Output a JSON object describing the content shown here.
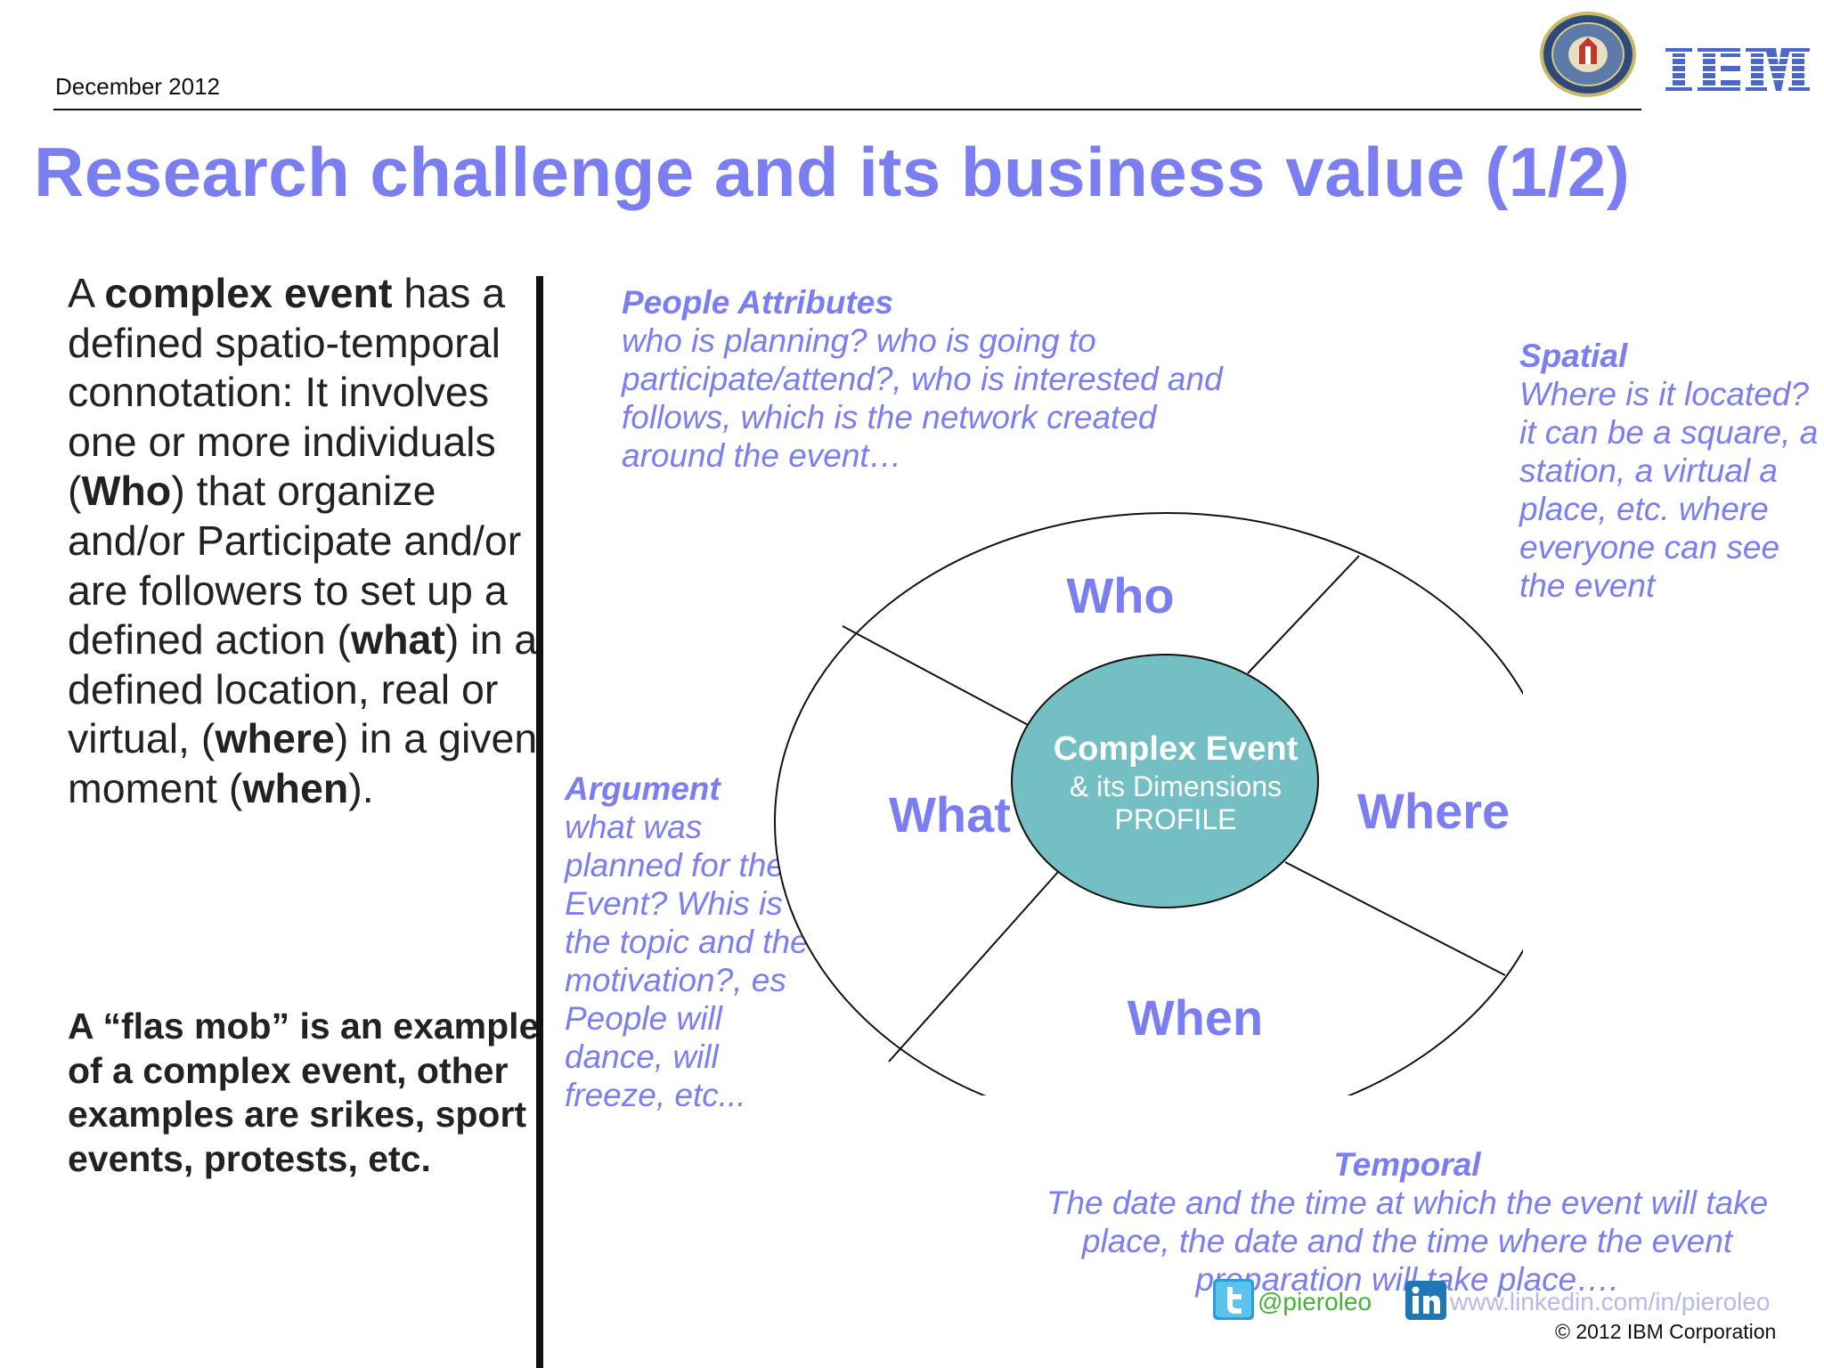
{
  "header": {
    "date": "December  2012",
    "title": "Research challenge and its business value (1/2)"
  },
  "left_panel": {
    "p1": "A ",
    "b1": "complex event",
    "p2": " has a defined spatio-temporal connotation: It involves one or more individuals (",
    "b2": "Who",
    "p3": ") that organize and/or Participate and/or are followers to set up a defined action (",
    "b3": "what",
    "p4": ") in a defined location, real or virtual, (",
    "b4": "where",
    "p5": ") in a given moment (",
    "b5": "when",
    "p6": ").",
    "flash_mob": "A “flas mob” is an example of a complex event, other examples are srikes, sport events, protests, etc."
  },
  "annotations": {
    "people_attributes": {
      "heading": "People Attributes",
      "text": "who is planning? who is going to participate/attend?, who is interested and follows, which is the network created around the event…"
    },
    "spatial": {
      "heading": "Spatial",
      "text": "Where is it located? it can be a square, a station, a virtual a place, etc. where everyone can see the event"
    },
    "argument": {
      "heading": "Argument",
      "text": "what was planned for the Event? Whis is the topic and the motivation?, es People will dance, will freeze, etc..."
    },
    "temporal": {
      "heading": "Temporal",
      "text": "The date and the time at which the event will take place, the date and the time where the event preparation will take place…."
    }
  },
  "diagram": {
    "center_title": "Complex Event",
    "center_sub": "& its Dimensions",
    "center_profile": "PROFILE",
    "who": "Who",
    "what": "What",
    "where": "Where",
    "when": "When"
  },
  "footer": {
    "twitter": "@pieroleo",
    "linkedin": "www.linkedin.com/in/pieroleo",
    "copyright": "© 2012 IBM Corporation"
  },
  "colors": {
    "accent": "#7a7ef0",
    "center_fill": "#74bfc4",
    "text": "#222222"
  },
  "icons": [
    "university-seal-icon",
    "ibm-logo-icon",
    "twitter-icon",
    "linkedin-icon"
  ]
}
